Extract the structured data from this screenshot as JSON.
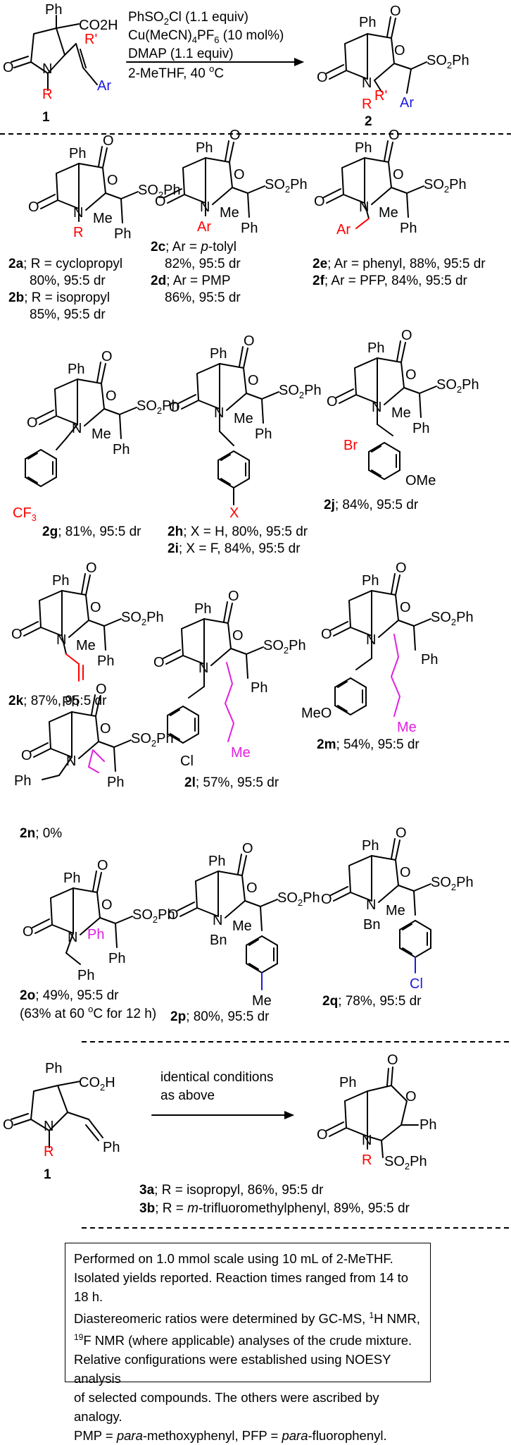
{
  "scheme_top": {
    "reactant_label": "1",
    "product_label": "2",
    "reagents": [
      "PhSO2Cl (1.1 equiv)",
      "Cu(MeCN)4PF6 (10 mol%)",
      "DMAP (1.1 equiv)",
      "2-MeTHF, 40 oC"
    ],
    "reactant_atoms": {
      "ph": "Ph",
      "acid": "CO2H",
      "rprime": "R'",
      "n": "N",
      "r": "R",
      "ar": "Ar",
      "o": "O"
    },
    "product_atoms": {
      "ph": "Ph",
      "so2ph": "SO2Ph",
      "rprime": "R'",
      "n": "N",
      "r": "R",
      "ar": "Ar"
    }
  },
  "compounds": [
    {
      "id": "2a",
      "text": "; R = cyclopropyl",
      "yield": "80%, 95:5 dr"
    },
    {
      "id": "2b",
      "text": "; R = isopropyl",
      "yield": "85%, 95:5 dr"
    },
    {
      "id": "2c",
      "text": "; Ar = ",
      "italic": "p",
      "text2": "-tolyl",
      "yield": "82%, 95:5 dr"
    },
    {
      "id": "2d",
      "text": "; Ar = PMP",
      "yield": "86%, 95:5 dr"
    },
    {
      "id": "2e",
      "text": "; Ar = phenyl, 88%, 95:5 dr"
    },
    {
      "id": "2f",
      "text": "; Ar = PFP, 84%, 95:5 dr"
    },
    {
      "id": "2g",
      "text": "; 81%, 95:5 dr"
    },
    {
      "id": "2h",
      "text": "; X = H, 80%, 95:5 dr"
    },
    {
      "id": "2i",
      "text": "; X = F, 84%, 95:5 dr"
    },
    {
      "id": "2j",
      "text": "; 84%, 95:5 dr"
    },
    {
      "id": "2k",
      "text": "; 87%, 95:5 dr"
    },
    {
      "id": "2l",
      "text": "; 57%, 95:5 dr"
    },
    {
      "id": "2m",
      "text": "; 54%, 95:5 dr"
    },
    {
      "id": "2n",
      "text": "; 0%"
    },
    {
      "id": "2o",
      "text": "; 49%, 95:5 dr",
      "extra": "(63% at 60 oC for 12 h)"
    },
    {
      "id": "2p",
      "text": "; 80%, 95:5 dr"
    },
    {
      "id": "2q",
      "text": "; 78%, 95:5 dr"
    }
  ],
  "scheme_bottom": {
    "reactant_label": "1",
    "conditions": [
      "identical conditions",
      "as above"
    ],
    "products": [
      {
        "id": "3a",
        "text": "; R = isopropyl, 86%, 95:5 dr"
      },
      {
        "id": "3b",
        "text": "; R = ",
        "italic": "m",
        "text2": "-trifluoromethylphenyl, 89%, 95:5 dr"
      }
    ]
  },
  "atom_labels": {
    "ph": "Ph",
    "so2ph": "SO2Ph",
    "me": "Me",
    "o": "O",
    "n": "N",
    "r": "R",
    "ar": "Ar",
    "bn": "Bn",
    "x": "X",
    "br": "Br",
    "ome": "OMe",
    "meo": "MeO",
    "cl": "Cl",
    "cf3": "CF3",
    "co2h": "CO2H"
  },
  "notes": {
    "line1": "Performed on 1.0 mmol scale using 10 mL of 2-MeTHF.",
    "line2": "Isolated yields reported. Reaction times ranged from 14 to 18 h.",
    "line3": "Diastereomeric ratios were determined by GC-MS, 1H NMR,",
    "line4": "19F NMR (where applicable) analyses of the crude mixture.",
    "line5": "Relative configurations were established using NOESY analysis",
    "line6": "of selected compounds. The others were ascribed by analogy.",
    "line7": "PMP = para-methoxyphenyl, PFP = para-fluorophenyl."
  },
  "colors": {
    "r_group": "#ff0000",
    "alkyl_highlight": "#e020e0",
    "aryl_highlight": "#1a1adf"
  }
}
